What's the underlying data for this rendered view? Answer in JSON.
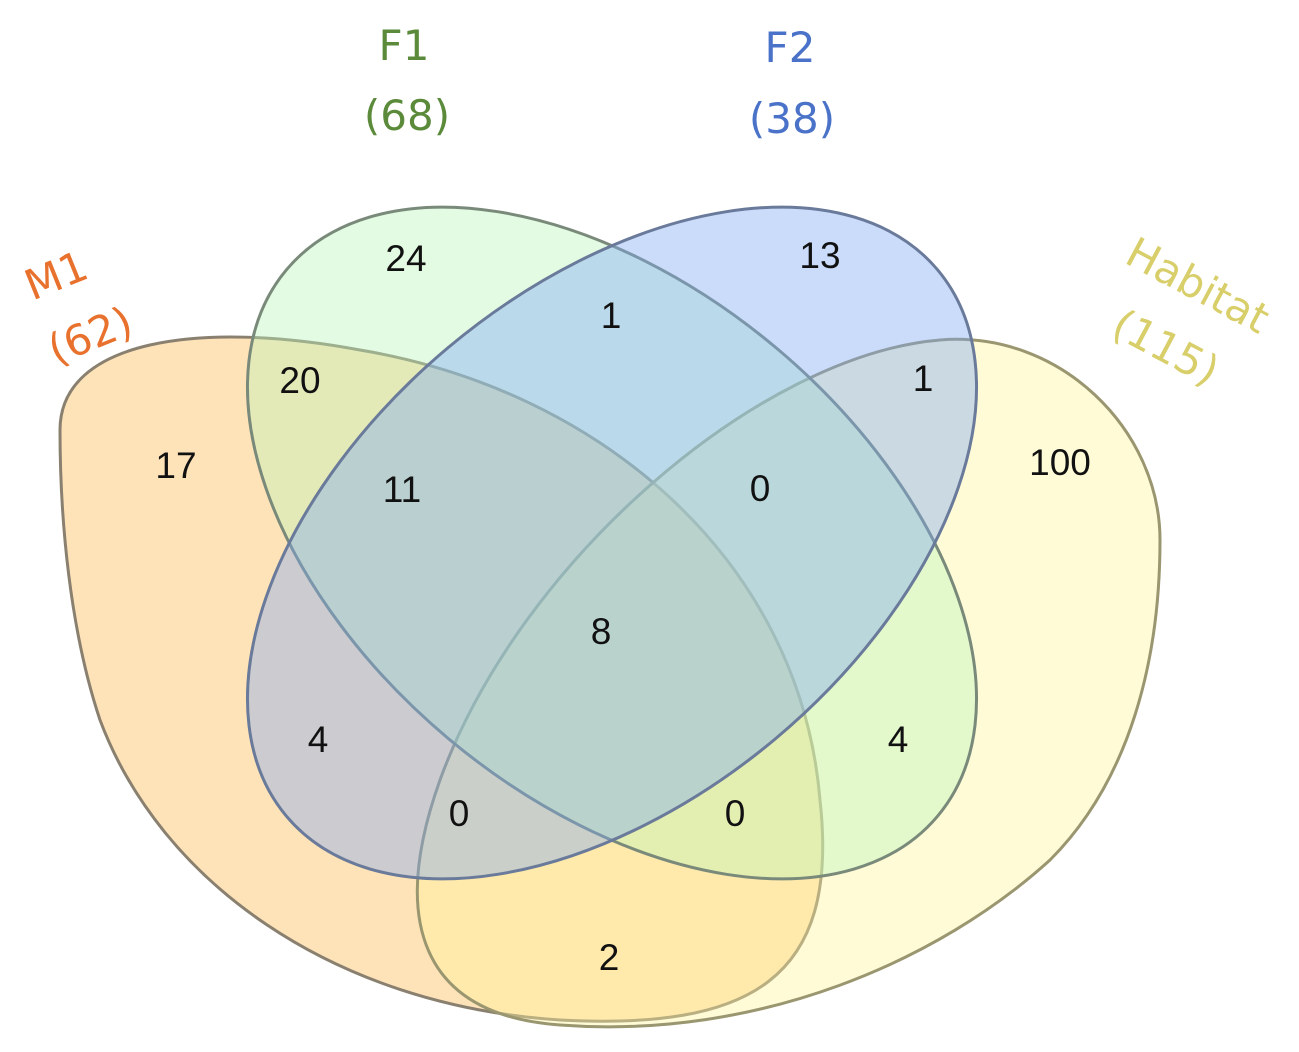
{
  "diagram": {
    "type": "venn-4",
    "sets": [
      {
        "id": "M1",
        "name": "M1",
        "size_label": "(62)",
        "total": 62,
        "fill": "#ffb84d",
        "stroke": "#8a8070",
        "label_color": "#e8722d"
      },
      {
        "id": "F1",
        "name": "F1",
        "size_label": "(68)",
        "total": 68,
        "fill": "#b8f5b8",
        "stroke": "#7a8a7a",
        "label_color": "#5a8a3a"
      },
      {
        "id": "F2",
        "name": "F2",
        "size_label": "(38)",
        "total": 38,
        "fill": "#7ea8f5",
        "stroke": "#6a7a9a",
        "label_color": "#4a72c8"
      },
      {
        "id": "Habitat",
        "name": "Habitat",
        "size_label": "(115)",
        "total": 115,
        "fill": "#fff59a",
        "stroke": "#9a9670",
        "label_color": "#d8ce6a"
      }
    ],
    "regions": [
      {
        "sets": [
          "M1"
        ],
        "count": "17"
      },
      {
        "sets": [
          "F1"
        ],
        "count": "24"
      },
      {
        "sets": [
          "F2"
        ],
        "count": "13"
      },
      {
        "sets": [
          "Habitat"
        ],
        "count": "100"
      },
      {
        "sets": [
          "F1",
          "F2"
        ],
        "count": "1"
      },
      {
        "sets": [
          "M1",
          "F1"
        ],
        "count": "20"
      },
      {
        "sets": [
          "F2",
          "Habitat"
        ],
        "count": "1"
      },
      {
        "sets": [
          "M1",
          "F1",
          "F2"
        ],
        "count": "11"
      },
      {
        "sets": [
          "F1",
          "F2",
          "Habitat"
        ],
        "count": "0"
      },
      {
        "sets": [
          "M1",
          "F1",
          "F2",
          "Habitat"
        ],
        "count": "8"
      },
      {
        "sets": [
          "M1",
          "F2"
        ],
        "count": "4"
      },
      {
        "sets": [
          "F1",
          "Habitat"
        ],
        "count": "4"
      },
      {
        "sets": [
          "M1",
          "F2",
          "Habitat"
        ],
        "count": "0"
      },
      {
        "sets": [
          "M1",
          "F1",
          "Habitat"
        ],
        "count": "0"
      },
      {
        "sets": [
          "M1",
          "Habitat"
        ],
        "count": "2"
      }
    ]
  }
}
